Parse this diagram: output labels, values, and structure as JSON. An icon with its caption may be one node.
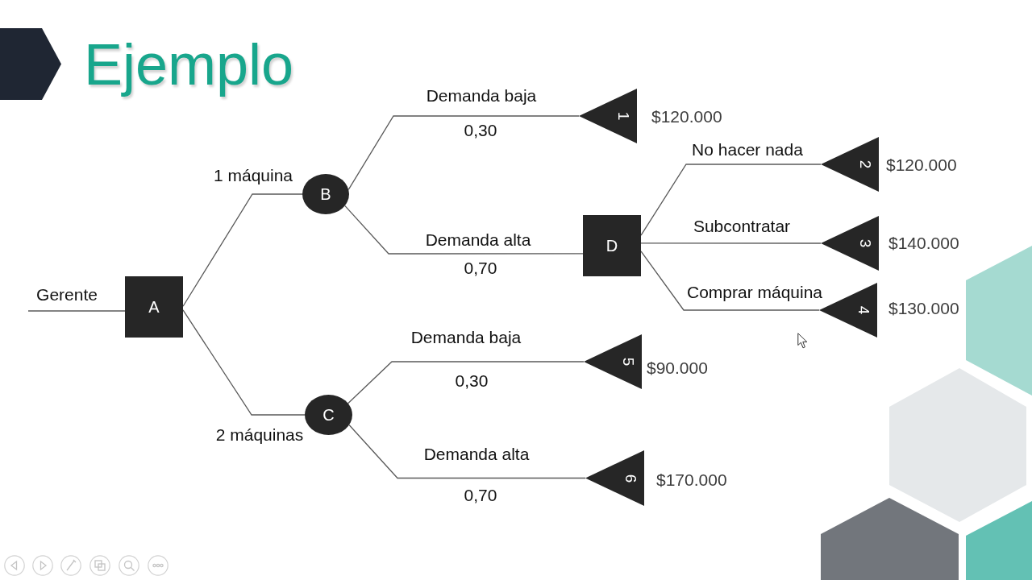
{
  "diagram": {
    "title": "Ejemplo",
    "nodes": [
      {
        "text": [
          "A"
        ]
      },
      {
        "text": [
          "B"
        ]
      },
      {
        "text": [
          "C"
        ]
      },
      {
        "text": [
          "D"
        ]
      },
      {
        "text": [
          "1"
        ],
        "beside": [
          "$120.000"
        ]
      },
      {
        "text": [
          "2"
        ],
        "beside": [
          "$120.000"
        ]
      },
      {
        "text": [
          "3"
        ],
        "beside": [
          "$140.000"
        ]
      },
      {
        "text": [
          "4"
        ],
        "beside": [
          "$130.000"
        ]
      },
      {
        "text": [
          "5"
        ],
        "beside": [
          "$90.000"
        ]
      },
      {
        "text": [
          "6"
        ],
        "beside": [
          "$170.000"
        ]
      }
    ],
    "edges": [
      {
        "from": null,
        "to": 0,
        "arrow": "none",
        "label": "Gerente"
      },
      {
        "from": 0,
        "to": 1,
        "arrow": "none",
        "label": "1 máquina"
      },
      {
        "from": 0,
        "to": 2,
        "arrow": "none",
        "label": "2 máquinas"
      },
      {
        "from": 1,
        "to": 4,
        "arrow": "none",
        "label": "Demanda baja"
      },
      {
        "from": 1,
        "to": 3,
        "arrow": "none",
        "label": "Demanda alta"
      },
      {
        "from": 3,
        "to": 5,
        "arrow": "none",
        "label": "No hacer nada"
      },
      {
        "from": 3,
        "to": 6,
        "arrow": "none",
        "label": "Subcontratar"
      },
      {
        "from": 3,
        "to": 7,
        "arrow": "none",
        "label": "Comprar máquina"
      },
      {
        "from": 2,
        "to": 8,
        "arrow": "none",
        "label": "Demanda baja"
      },
      {
        "from": 2,
        "to": 9,
        "arrow": "none",
        "label": "Demanda alta"
      }
    ],
    "labels": [
      "0,30",
      "0,70",
      "0,30",
      "0,70"
    ]
  }
}
